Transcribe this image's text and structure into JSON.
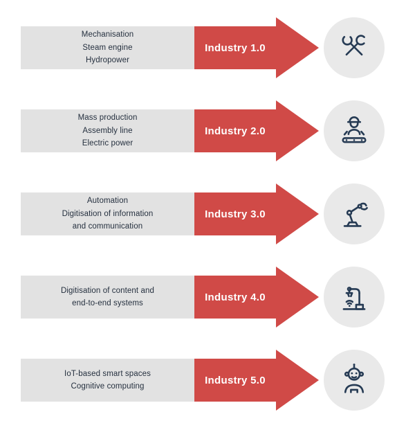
{
  "colors": {
    "arrow_red": "#d04a47",
    "box_gray": "#e2e2e2",
    "icon_circle_gray": "#e9e9e9",
    "icon_stroke": "#263b54",
    "text_dark": "#25303f",
    "label_white": "#ffffff",
    "background": "#ffffff"
  },
  "rows": [
    {
      "label": "Industry 1.0",
      "icon": "crossed-tools-icon",
      "lines": [
        "Mechanisation",
        "Steam engine",
        "Hydropower"
      ]
    },
    {
      "label": "Industry 2.0",
      "icon": "assembly-line-worker-icon",
      "lines": [
        "Mass production",
        "Assembly line",
        "Electric power"
      ]
    },
    {
      "label": "Industry 3.0",
      "icon": "robotic-arm-icon",
      "lines": [
        "Automation",
        "Digitisation of information",
        "and communication"
      ]
    },
    {
      "label": "Industry 4.0",
      "icon": "connected-robotic-arm-wifi-icon",
      "lines": [
        "Digitisation of content and",
        "end-to-end systems"
      ]
    },
    {
      "label": "Industry 5.0",
      "icon": "humanoid-robot-icon",
      "lines": [
        "IoT-based smart spaces",
        "Cognitive computing"
      ]
    }
  ]
}
